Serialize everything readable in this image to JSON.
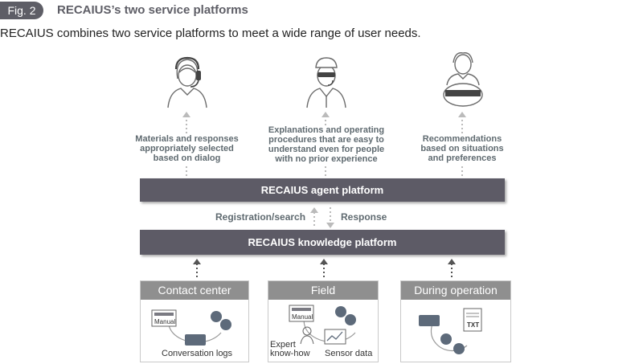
{
  "figure": {
    "badge": "Fig. 2",
    "title": "RECAIUS’s two service platforms",
    "subtitle": "RECAIUS combines two service platforms to meet a wide range of user needs."
  },
  "personas": [
    {
      "icon": "operator-headset-icon",
      "caption": [
        "Materials and responses",
        "appropriately selected",
        "based on dialog"
      ]
    },
    {
      "icon": "worker-cap-icon",
      "caption": [
        "Explanations and operating",
        "procedures that are easy to",
        "understand even for people",
        "with no prior experience"
      ]
    },
    {
      "icon": "guide-robot-icon",
      "caption": [
        "Recommendations",
        "based on situations",
        "and preferences"
      ]
    }
  ],
  "platforms": {
    "agent": "RECAIUS agent platform",
    "knowledge": "RECAIUS knowledge platform",
    "up_label": "Registration/search",
    "down_label": "Response"
  },
  "sources": [
    {
      "title": "Contact center",
      "labels": {
        "manual": "Manual",
        "logs": "Conversation logs"
      }
    },
    {
      "title": "Field",
      "labels": {
        "manual": "Manual",
        "expert_1": "Expert",
        "expert_2": "know-how",
        "sensor": "Sensor data"
      }
    },
    {
      "title": "During operation",
      "labels": {
        "txt": "TXT"
      }
    }
  ],
  "colors": {
    "dark_bar": "#5d5b66",
    "header_gray": "#8f8f8f",
    "text_gray": "#5f6a70"
  }
}
